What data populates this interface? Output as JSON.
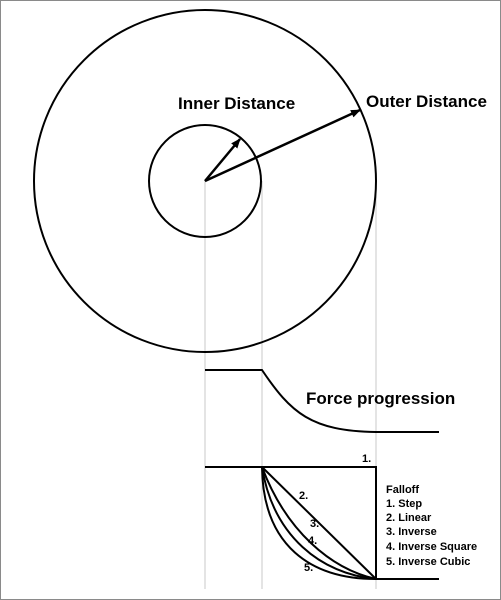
{
  "labels": {
    "inner_distance": "Inner Distance",
    "outer_distance": "Outer Distance",
    "force_progression": "Force progression"
  },
  "falloff": {
    "title": "Falloff",
    "items": [
      {
        "number": "1.",
        "legend": "1. Step"
      },
      {
        "number": "2.",
        "legend": "2. Linear"
      },
      {
        "number": "3.",
        "legend": "3. Inverse"
      },
      {
        "number": "4.",
        "legend": "4. Inverse Square"
      },
      {
        "number": "5.",
        "legend": "5. Inverse Cubic"
      }
    ]
  },
  "colors": {
    "stroke": "#000000",
    "guide": "#c8c8c8",
    "border": "#8a8a8a"
  }
}
